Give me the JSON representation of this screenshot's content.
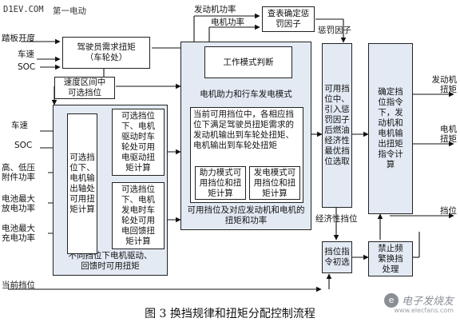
{
  "logo": {
    "latin": "D1EV.COM",
    "cn": "第一电动"
  },
  "caption": "图 3  换挡规律和扭矩分配控制流程",
  "watermark": {
    "mark": "e",
    "text": "电子发烧友",
    "sub": "www.elecfans.com"
  },
  "inputs": {
    "pedal": "踏板开度",
    "speed_top": "车速",
    "soc_top": "SOC",
    "speed_left": "车速",
    "soc_left": "SOC",
    "altitude": "高、低压\n附件功率",
    "batt_discharge": "电池最大\n放电功率",
    "batt_charge": "电池最大\n充电功率",
    "current_gear": "当前挡位"
  },
  "boxes": {
    "driver_torque": "驾驶员需求扭矩\n（车轮处）",
    "speed_range": "速度区间中\n可选挡位",
    "work_mode": "工作模式判断",
    "mode_header": "电机助力和行车发电模式",
    "available_gear_text": "当前可用挡位中，各相应挡位下满足驾驶员扭矩需求的发动机输出到车轮处扭矩、电机输出到车轮处扭矩",
    "assist_mode": "助力模式可\n用挡位和扭\n矩计算",
    "gen_mode": "发电模式可\n用挡位和扭\n矩计算",
    "available_summary": "可用挡位及对应发动机和电机的\n扭矩和功率",
    "selectable_output": "可选挡\n位下、\n电机输\n出轴处\n可用扭\n矩计算",
    "drive_torque": "可选挡位\n下、电机\n驱动时车\n轮处可用\n电驱动扭\n矩计算",
    "gen_torque": "可选挡位\n下、电机\n发电时车\n轮处可用\n电回馈扭\n矩计算",
    "motor_torque_note": "不同挡位下电机驱动、\n回馈时可用扭矩",
    "penalty_lookup": "查表确定惩\n罚因子",
    "econ_select": "可用挡\n位中、\n引入惩\n罚因子\n后燃油\n经济性\n最优挡\n位选取",
    "gear_command": "确定挡\n位指令\n下，发\n动机和\n电机输\n出扭矩\n指令计\n算",
    "gear_init": "挡位指\n令初选",
    "no_freq_shift": "禁止频\n繁换挡\n处理"
  },
  "labels": {
    "engine_power": "发动机功率",
    "motor_power": "电机功率",
    "penalty_factor": "惩罚因子",
    "econ_gear": "经济性挡位",
    "engine_torque": "发动机\n扭矩",
    "motor_torque": "电机\n扭矩",
    "gear_out": "挡位"
  }
}
